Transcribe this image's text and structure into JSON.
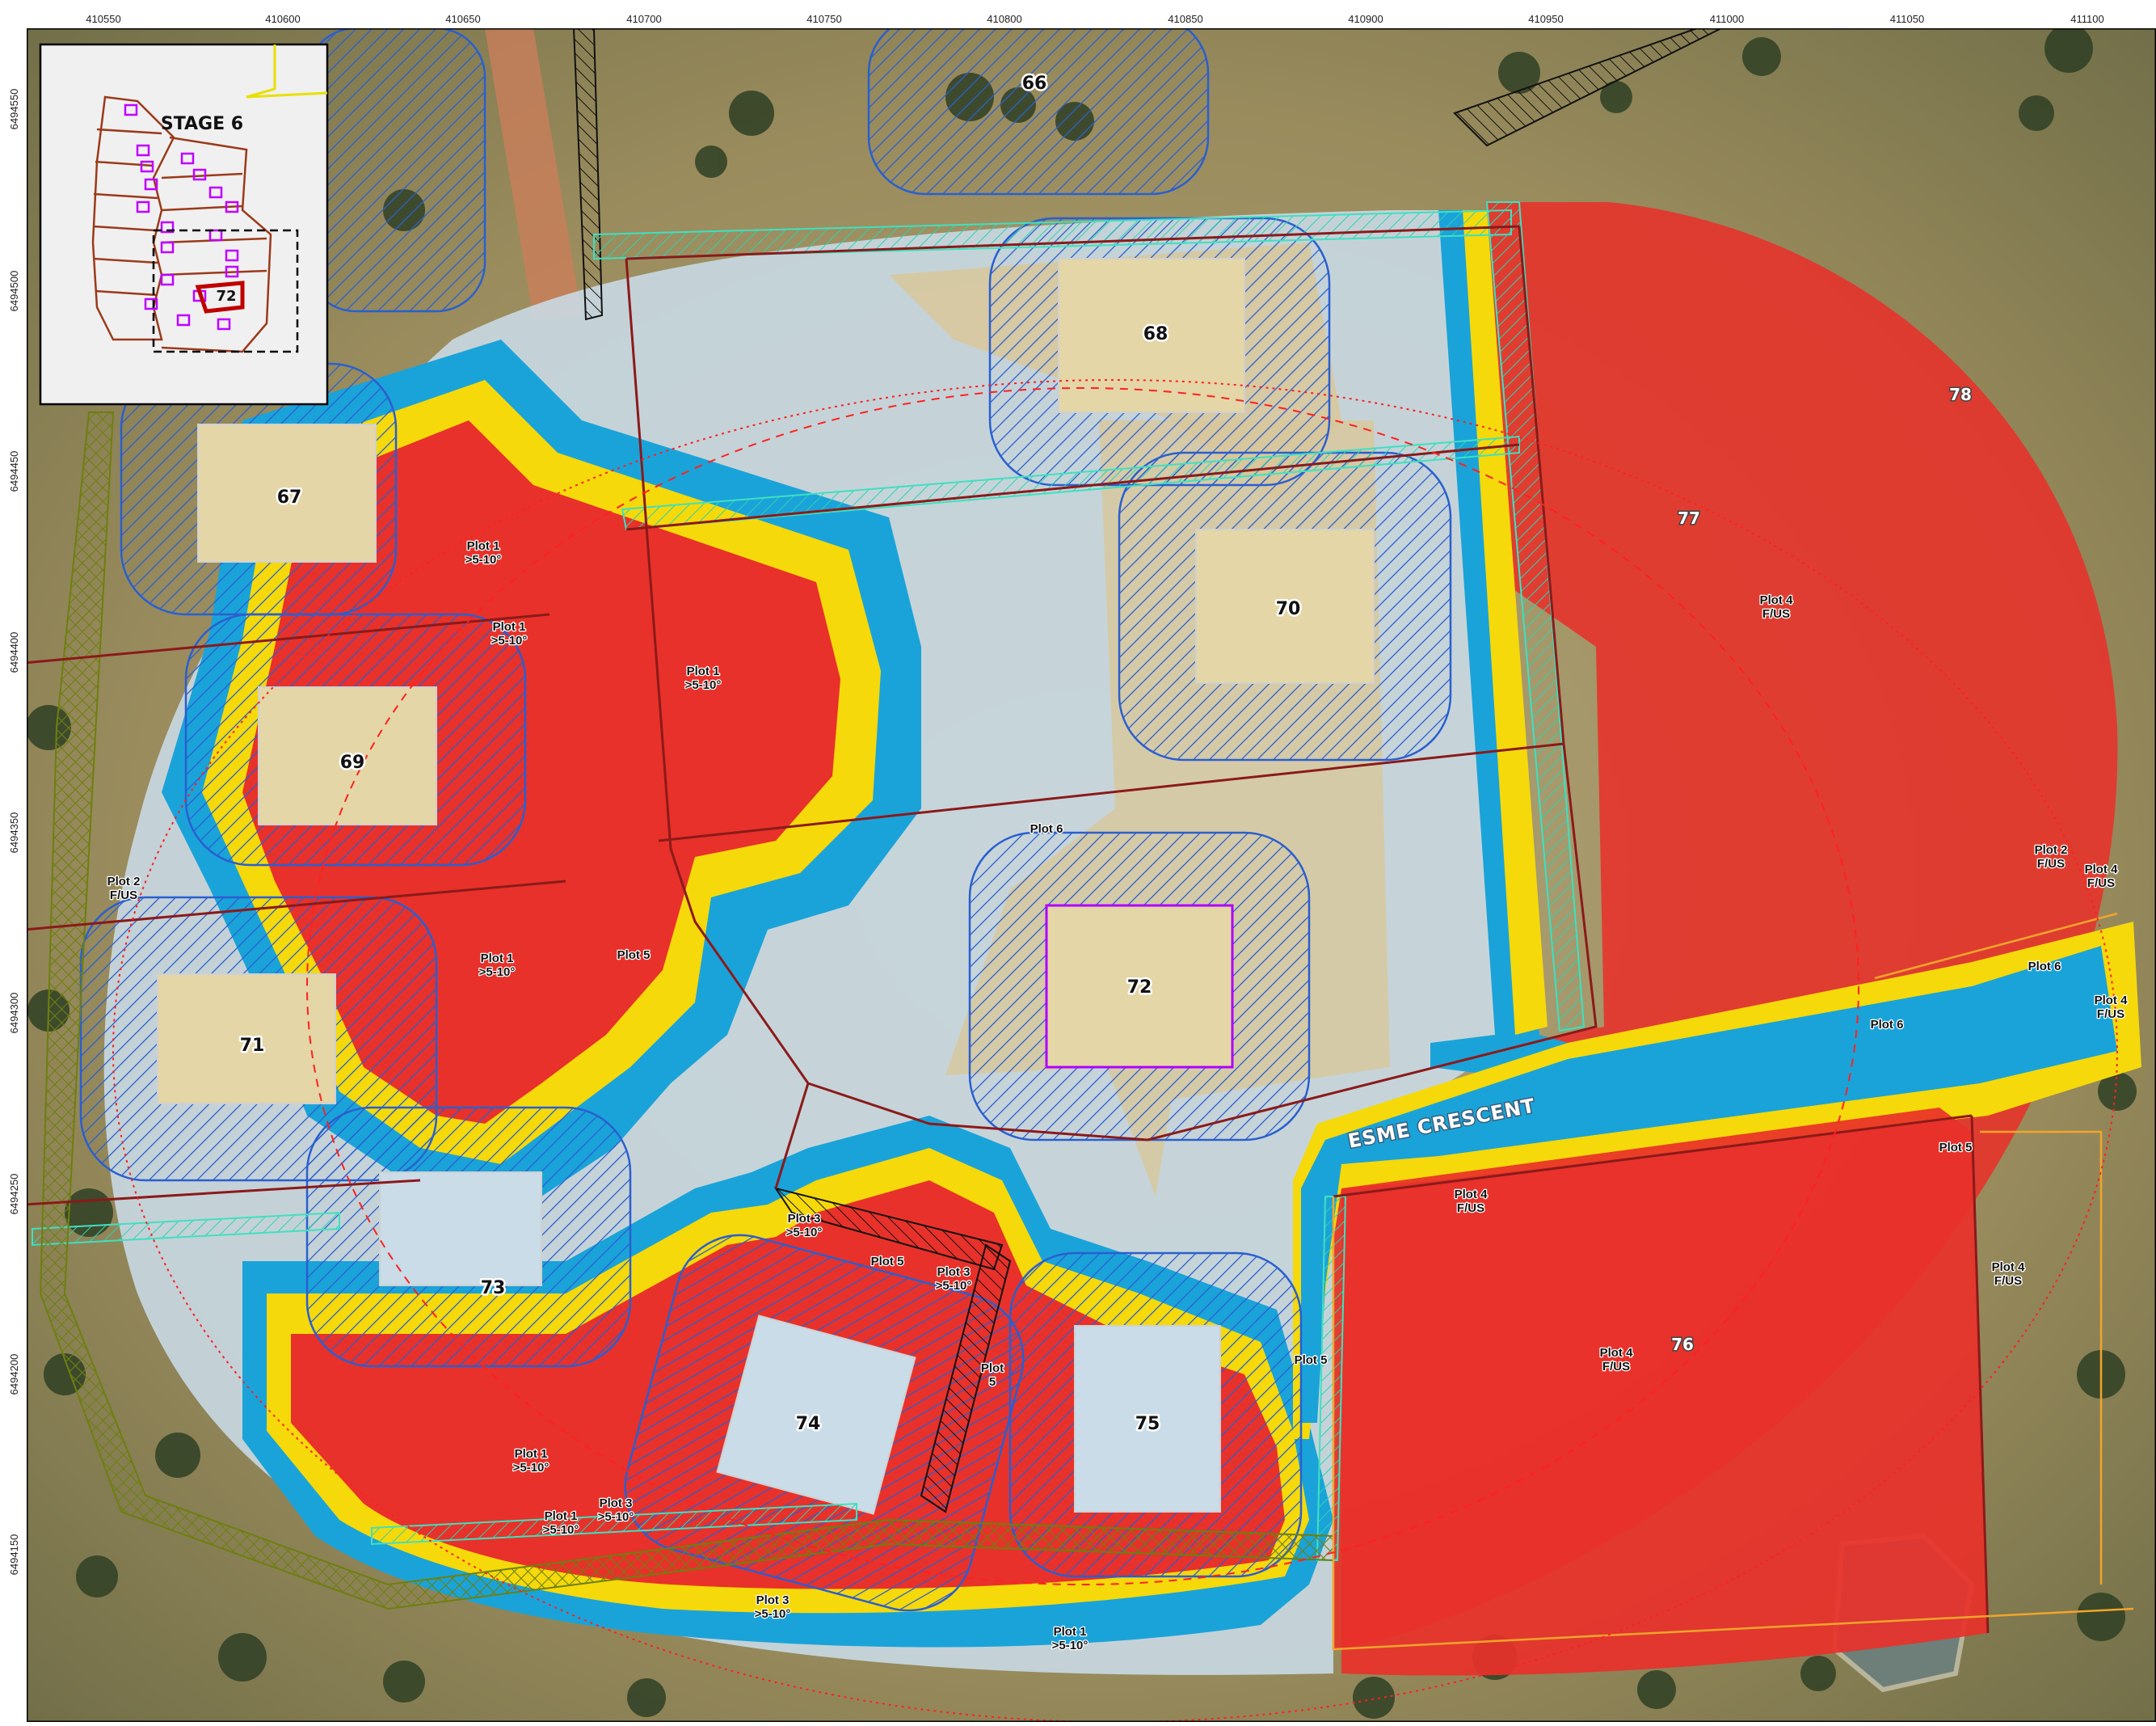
{
  "map": {
    "x_ticks": [
      "410550",
      "410600",
      "410650",
      "410700",
      "410750",
      "410800",
      "410850",
      "410900",
      "410950",
      "411000",
      "411050",
      "411100"
    ],
    "y_ticks": [
      "6494550",
      "6494500",
      "6494450",
      "6494400",
      "6494350",
      "6494300",
      "6494250",
      "6494200",
      "6494150"
    ],
    "road_name": "ESME CRESCENT",
    "inset": {
      "title": "STAGE 6",
      "highlight_lot": "72"
    },
    "lots": [
      "66",
      "67",
      "68",
      "69",
      "70",
      "71",
      "72",
      "73",
      "74",
      "75",
      "76",
      "77",
      "78"
    ],
    "plot_labels": [
      {
        "l1": "Plot 1",
        "l2": ">5-10°"
      },
      {
        "l1": "Plot 1",
        "l2": ">5-10°"
      },
      {
        "l1": "Plot 1",
        "l2": ">5-10°"
      },
      {
        "l1": "Plot 1",
        "l2": ">5-10°"
      },
      {
        "l1": "Plot 2",
        "l2": "F/US"
      },
      {
        "l1": "Plot 5",
        "l2": ""
      },
      {
        "l1": "Plot 6",
        "l2": ""
      },
      {
        "l1": "Plot 4",
        "l2": "F/US"
      },
      {
        "l1": "Plot 2",
        "l2": "F/US"
      },
      {
        "l1": "Plot 4",
        "l2": "F/US"
      },
      {
        "l1": "Plot 6",
        "l2": ""
      },
      {
        "l1": "Plot 4",
        "l2": "F/US"
      },
      {
        "l1": "Plot 6",
        "l2": ""
      },
      {
        "l1": "Plot 5",
        "l2": ""
      },
      {
        "l1": "Plot 4",
        "l2": "F/US"
      },
      {
        "l1": "Plot 4",
        "l2": "F/US"
      },
      {
        "l1": "Plot 4",
        "l2": "F/US"
      },
      {
        "l1": "Plot 3",
        "l2": ">5-10°"
      },
      {
        "l1": "Plot 5",
        "l2": ""
      },
      {
        "l1": "Plot 3",
        "l2": ">5-10°"
      },
      {
        "l1": "Plot",
        "l2": "5"
      },
      {
        "l1": "Plot 5",
        "l2": ""
      },
      {
        "l1": "Plot 1",
        "l2": ">5-10°"
      },
      {
        "l1": "Plot 1",
        "l2": ">5-10°"
      },
      {
        "l1": "Plot 3",
        "l2": ">5-10°"
      },
      {
        "l1": "Plot 3",
        "l2": ">5-10°"
      },
      {
        "l1": "Plot 1",
        "l2": ">5-10°"
      }
    ],
    "colors": {
      "zone_red": "#e8312a",
      "zone_yellow": "#f5d90a",
      "zone_blue": "#1aa3d9",
      "zone_lightblue": "#c9dce8",
      "hatch_blue": "#2a5fd0",
      "boundary_red": "#8b1a1a",
      "lot_magenta": "#b000ff",
      "easement_cyan": "#3fe0c0",
      "easement_olive": "#8a9a1a",
      "aerial_bg": "#9c8c5e",
      "sand": "#d8c79a"
    },
    "icons": [
      "hatch-pattern",
      "north-frame"
    ]
  }
}
